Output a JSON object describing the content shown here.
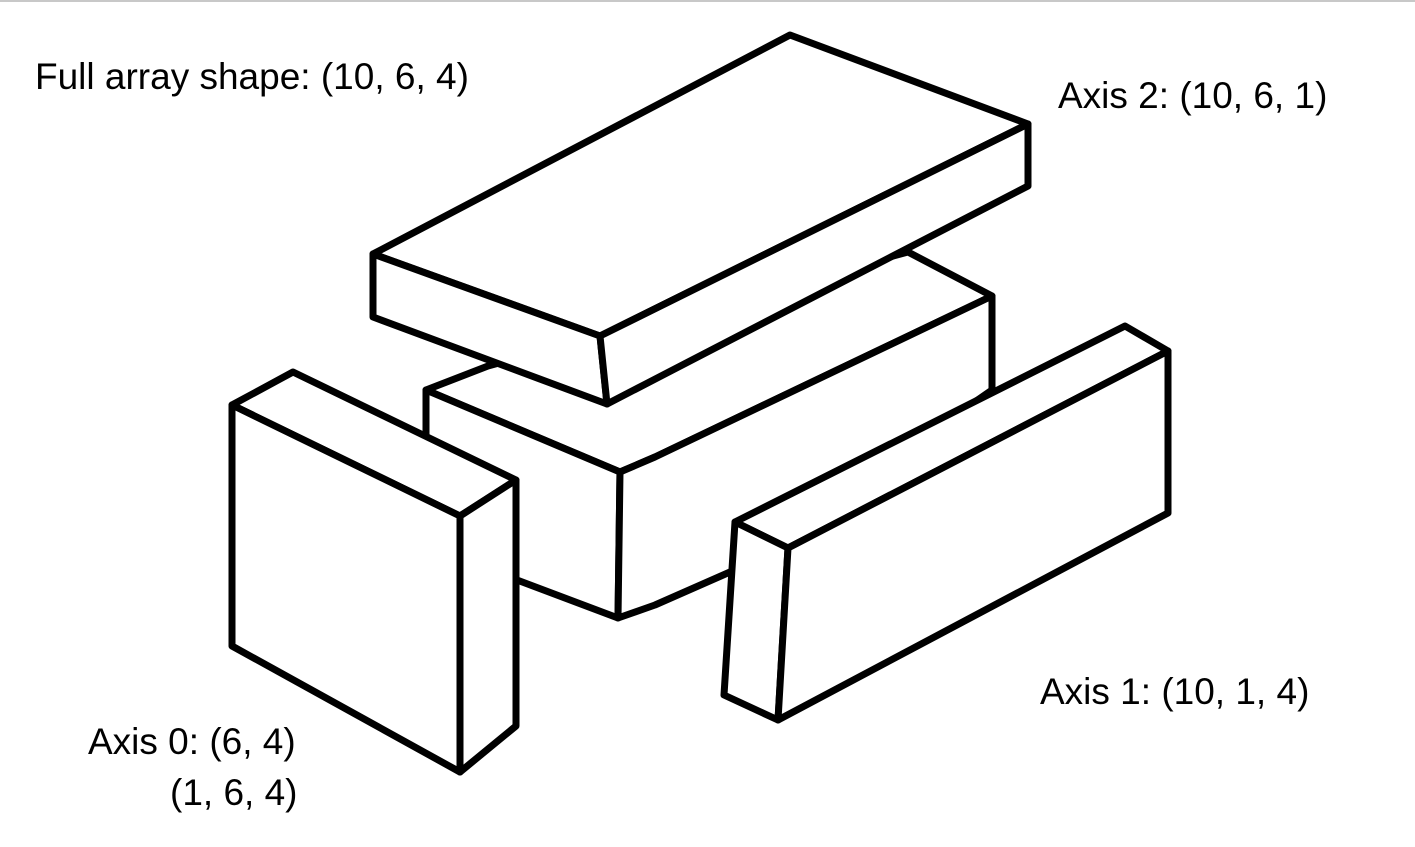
{
  "labels": {
    "full_array": "Full array shape: (10, 6, 4)",
    "axis2": "Axis 2: (10, 6, 1)",
    "axis1": "Axis 1: (10, 1, 4)",
    "axis0_line1": "Axis 0: (6, 4)",
    "axis0_line2": "(1, 6, 4)"
  },
  "colors": {
    "stroke": "#000000",
    "fill": "#ffffff",
    "background": "#ffffff"
  }
}
